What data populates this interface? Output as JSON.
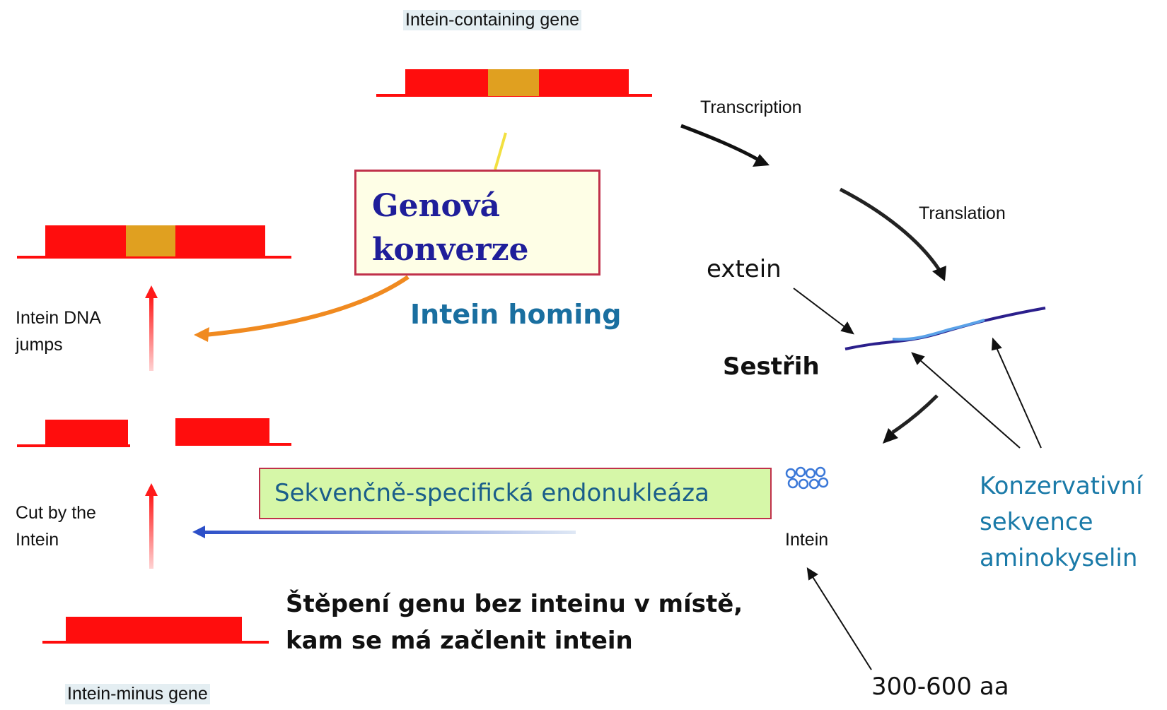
{
  "labels": {
    "intein_containing_gene": "Intein-containing gene",
    "intein_minus_gene": "Intein-minus gene",
    "transcription": "Transcription",
    "translation": "Translation",
    "intein_dna_jumps_line1": "Intein DNA",
    "intein_dna_jumps_line2": "jumps",
    "cut_by_line1": "Cut by the",
    "cut_by_line2": "Intein",
    "intein": "Intein"
  },
  "annotations": {
    "genova_line1": "Genová",
    "genova_line2": "konverze",
    "intein_homing": "Intein homing",
    "extein": "extein",
    "sestrih": "Sestřih",
    "endonukleaza": "Sekvenčně-specifická endonukleáza",
    "konzervativni_line1": "Konzervativní",
    "konzervativni_line2": "sekvence",
    "konzervativni_line3": "aminokyselin",
    "stepeni_line1": "Štěpení genu bez inteinu v místě,",
    "stepeni_line2": "kam se má začlenit intein",
    "length": "300-600 aa"
  },
  "colors": {
    "gene_red": "#ff0d0d",
    "intein_orange": "#e0a020",
    "homing_arrow": "#f08a20",
    "endo_arrow": "#3c6fd4",
    "box_border": "#c0314a"
  }
}
